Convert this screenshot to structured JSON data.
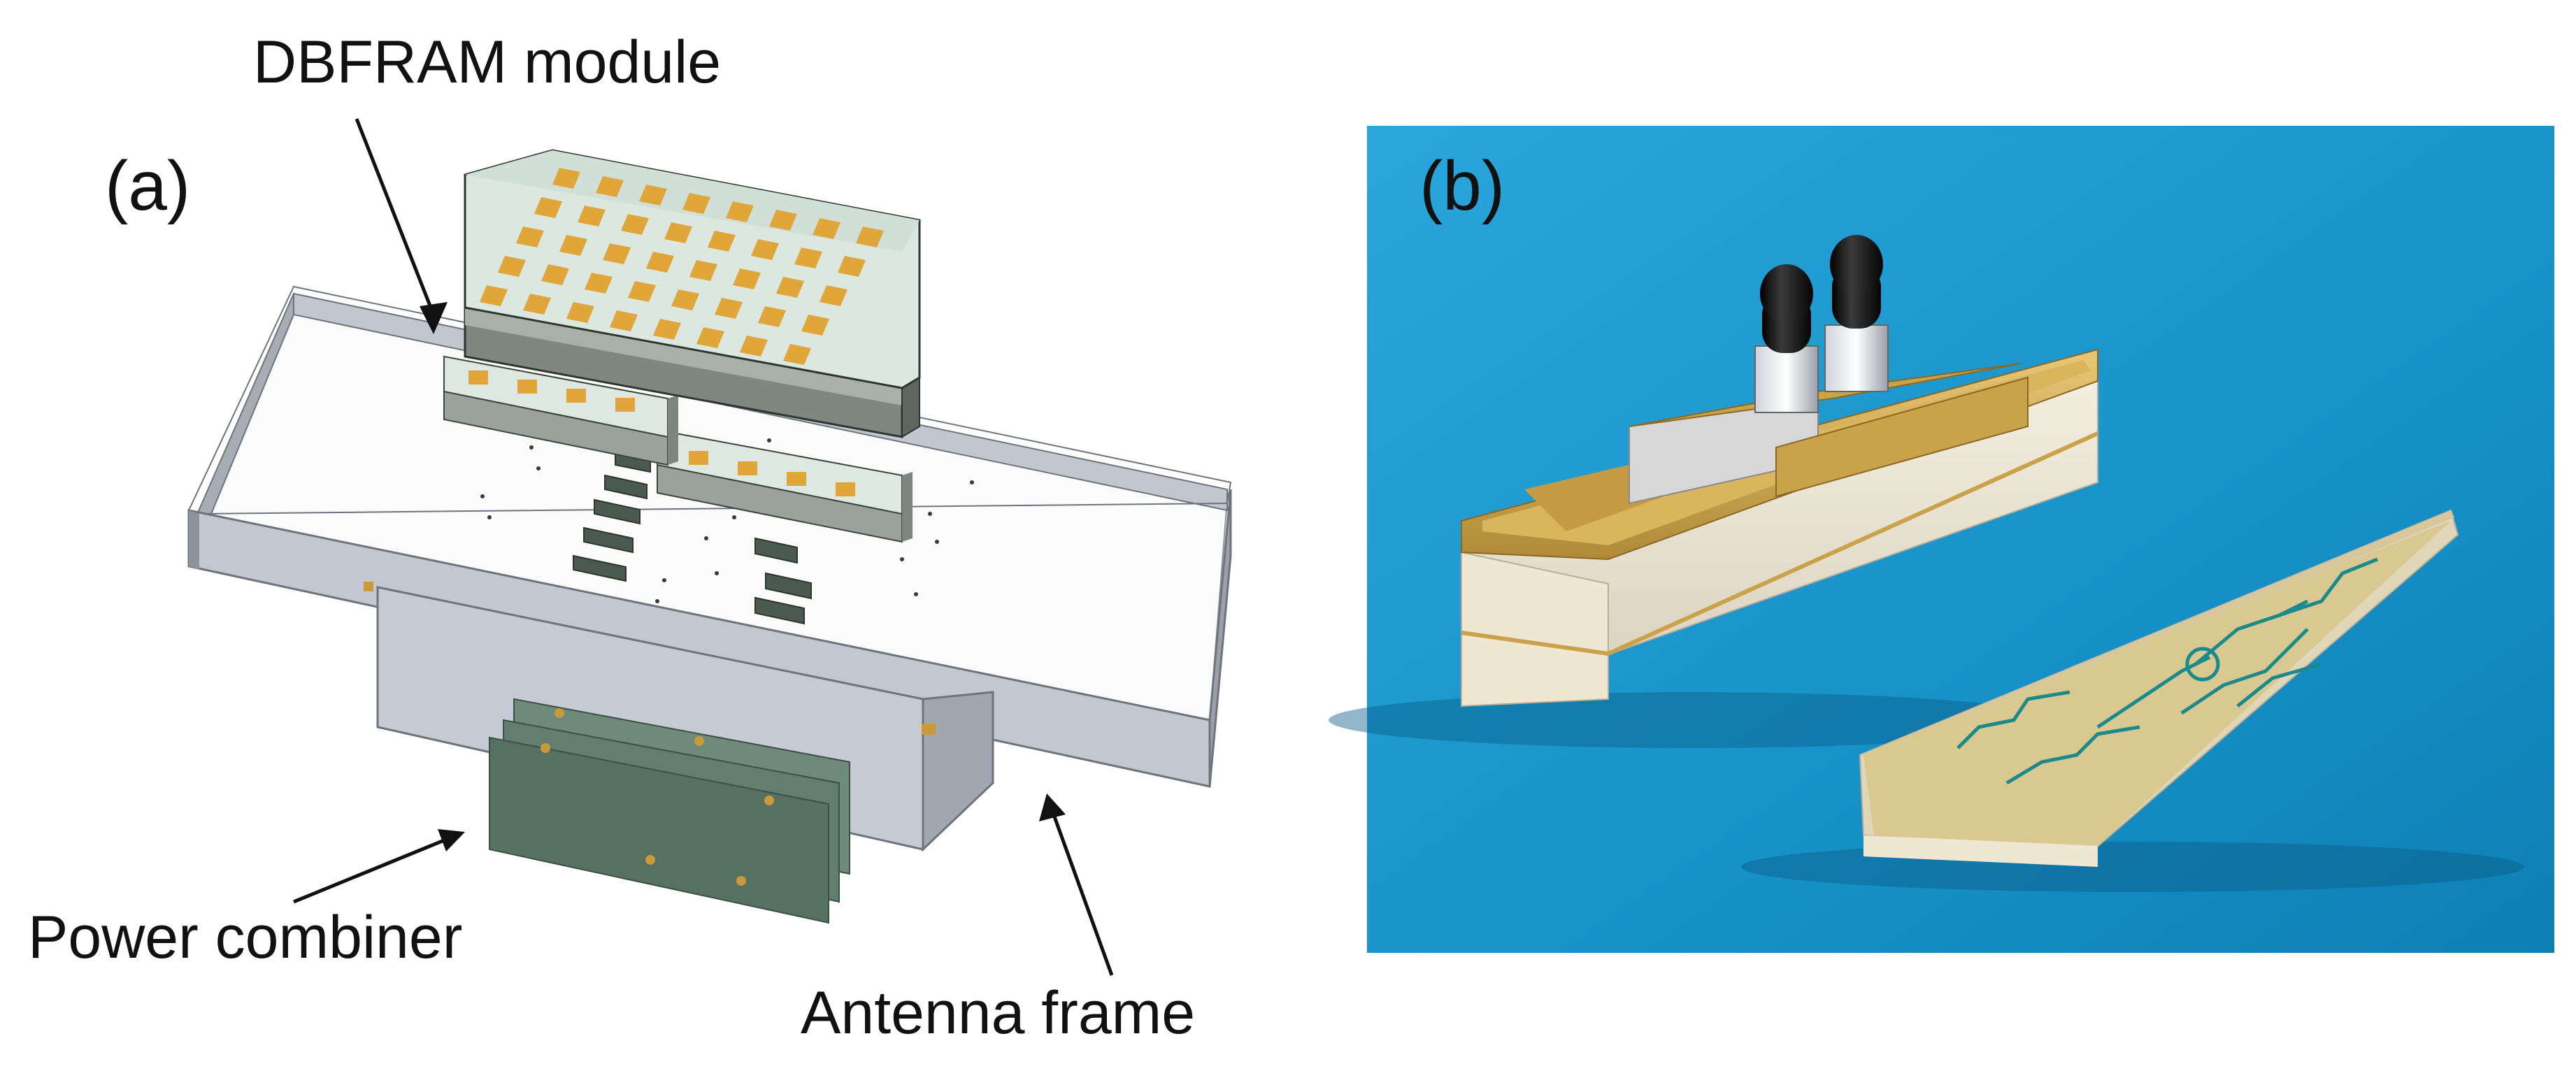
{
  "panel_a": {
    "label": "(a)",
    "callouts": {
      "dbfram": "DBFRAM module",
      "power_combiner": "Power combiner",
      "antenna_frame": "Antenna frame"
    }
  },
  "panel_b": {
    "label": "(b)"
  },
  "colors": {
    "frame": "#b8bcc6",
    "frame_dark": "#8e929c",
    "patch": "#e0a63a",
    "board": "#d7e6df",
    "combiner": "#5d7a6a",
    "photo_bg": "#1f9dd3",
    "brass": "#c9a24a",
    "foam": "#efe9d8",
    "connector": "#1a1a1a"
  }
}
